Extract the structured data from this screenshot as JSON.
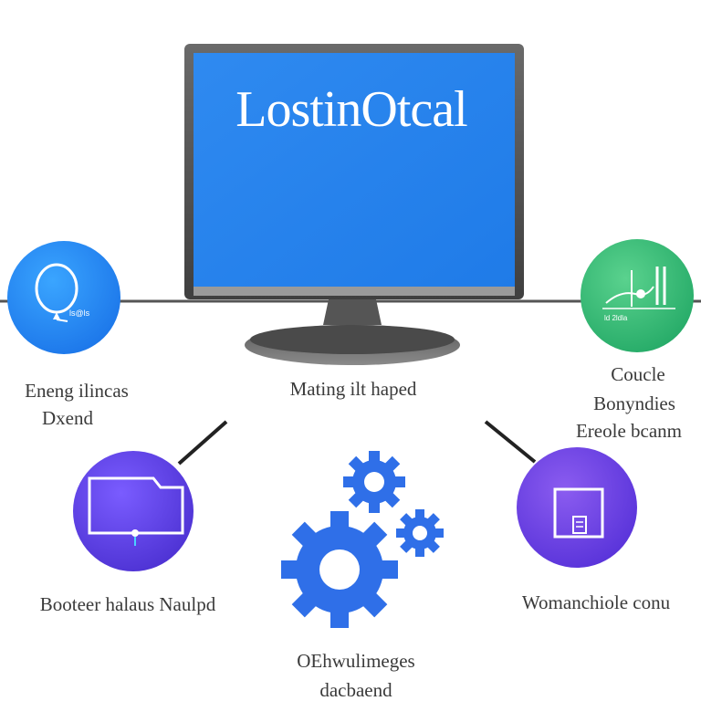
{
  "monitor": {
    "title": "LostinOtcal"
  },
  "nodes": {
    "top_left": {
      "label_line1": "Eneng ilincas",
      "label_line2": "Dxend",
      "tiny_text": "ls@ls",
      "circle_color": "#2196f3",
      "icon": "balloon-icon"
    },
    "top_right": {
      "label_line1": "Coucle",
      "label_line2": "Bonyndies",
      "label_line3": "Ereole bcanm",
      "tiny_text": "ld 2ldla",
      "circle_color": "#3cc07a",
      "icon": "chart-icon"
    },
    "center": {
      "label": "Mating ilt haped"
    },
    "bottom_left": {
      "label": "Booteer halaus Naulpd",
      "circle_color": "#5a3ee0",
      "icon": "folder-icon"
    },
    "bottom_right": {
      "label": "Womanchiole conu",
      "circle_color": "#6a3be0",
      "icon": "document-frame-icon"
    },
    "bottom_center": {
      "label_line1": "OEhwulimeges",
      "label_line2": "dacbaend",
      "icon": "gears-icon",
      "gear_color": "#2f6fe8"
    }
  }
}
